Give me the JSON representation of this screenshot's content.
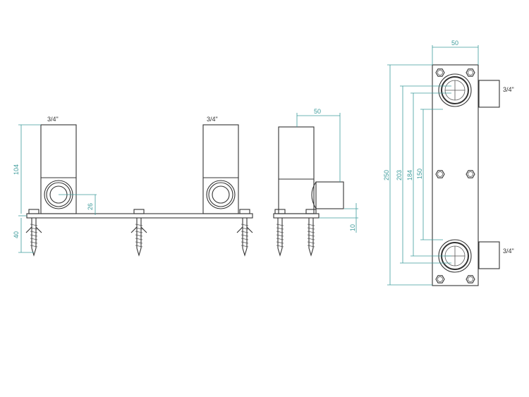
{
  "front_view": {
    "left_connection_label": "3/4\"",
    "right_connection_label": "3/4\"",
    "dim_height": "104",
    "dim_outlet_height": "26",
    "dim_anchor_depth": "40"
  },
  "side_view": {
    "dim_depth": "50",
    "dim_pipe_offset": "10"
  },
  "rear_view": {
    "dim_width": "50",
    "dim_total_height": "250",
    "dim_outer_centers": "203",
    "dim_inner_centers": "184",
    "dim_min_centers": "150",
    "top_connection_label": "3/4\"",
    "bottom_connection_label": "3/4\""
  },
  "colors": {
    "dimension": "#3f9c9c",
    "line": "#333333"
  }
}
